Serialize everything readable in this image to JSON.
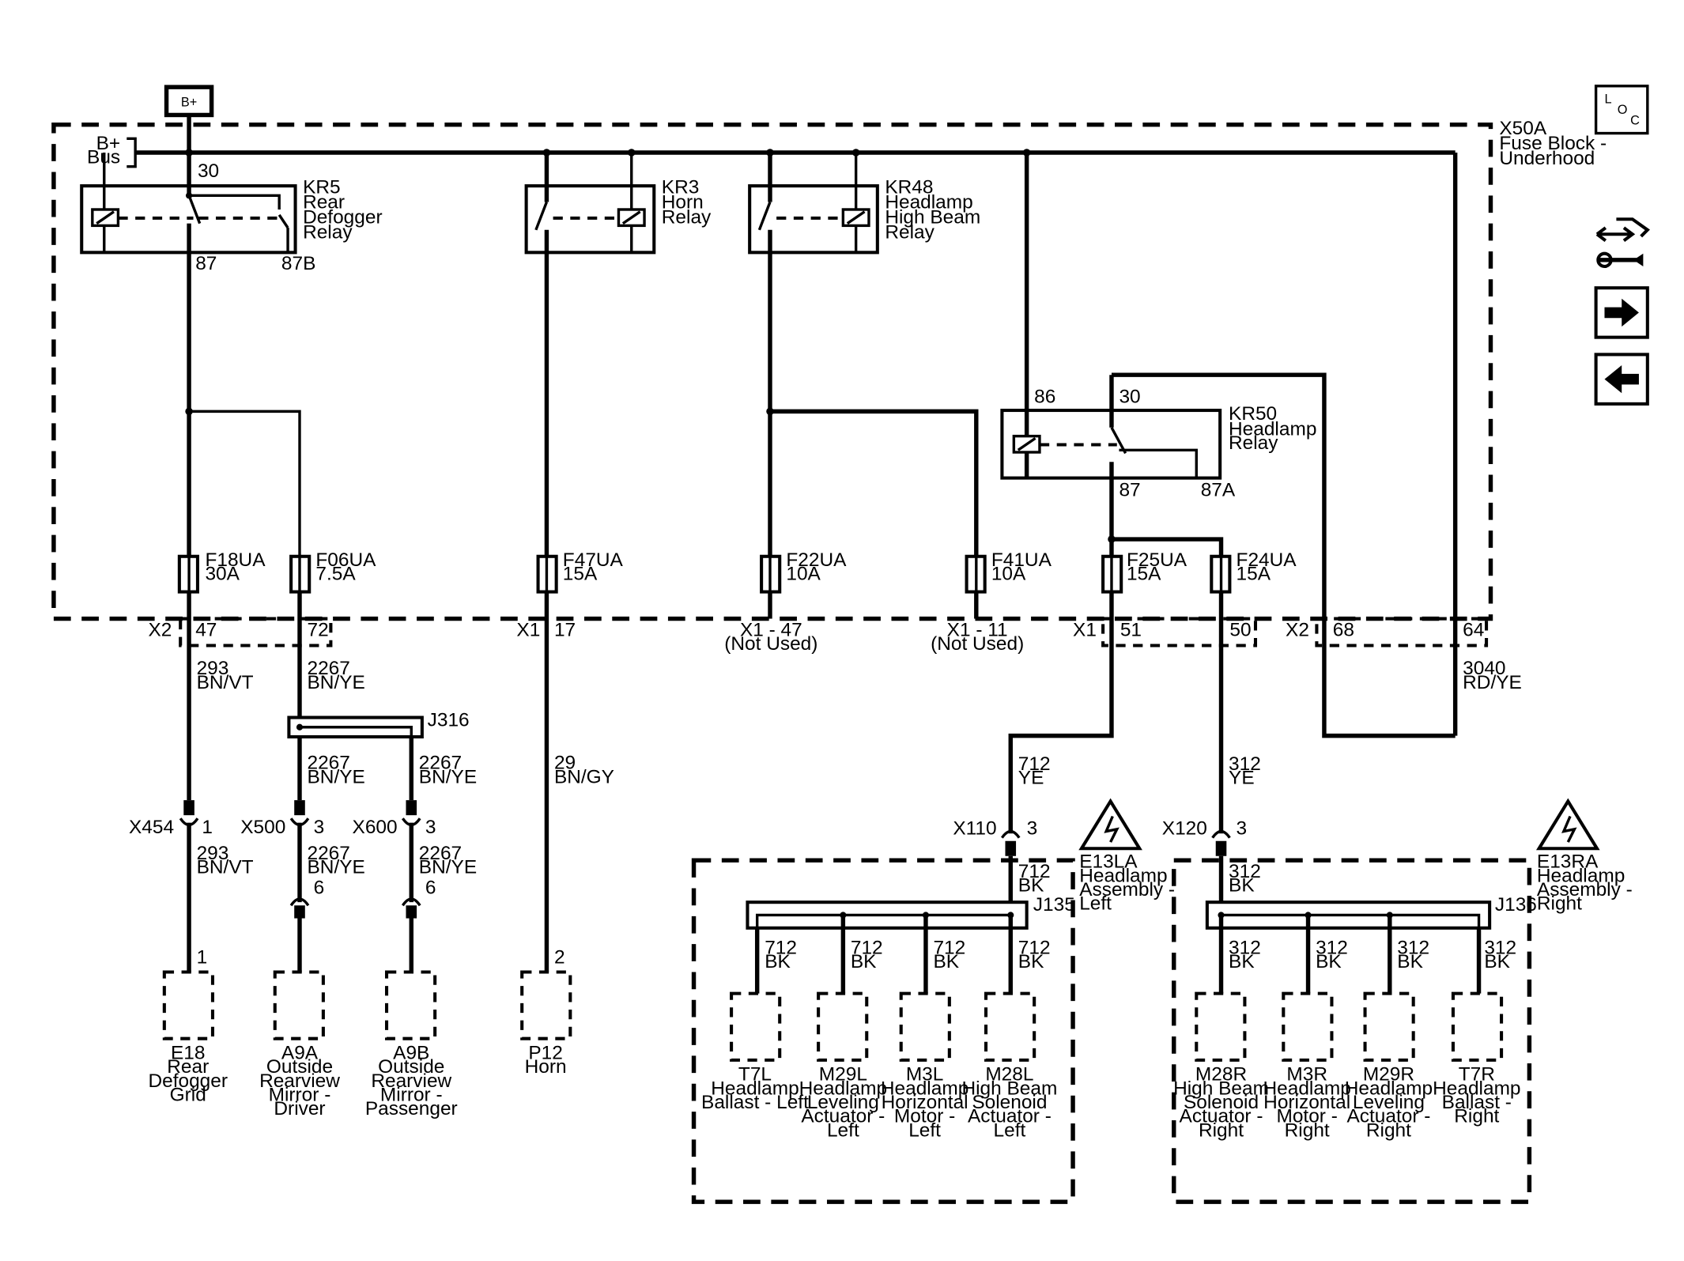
{
  "power": {
    "label": "B+"
  },
  "fuse_block": {
    "name": "X50A",
    "desc": [
      "Fuse Block -",
      "Underhood"
    ],
    "bus": [
      "B+",
      "Bus"
    ]
  },
  "relays": {
    "kr5": [
      "KR5",
      "Rear",
      "Defogger",
      "Relay"
    ],
    "kr3": [
      "KR3",
      "Horn",
      "Relay"
    ],
    "kr48": [
      "KR48",
      "Headlamp",
      "High Beam",
      "Relay"
    ],
    "kr50": [
      "KR50",
      "Headlamp",
      "Relay"
    ]
  },
  "pins": {
    "kr5_30": "30",
    "kr5_87": "87",
    "kr5_87b": "87B",
    "kr50_86": "86",
    "kr50_30": "30",
    "kr50_87": "87",
    "kr50_87a": "87A"
  },
  "fuses": {
    "f18": [
      "F18UA",
      "30A"
    ],
    "f06": [
      "F06UA",
      "7.5A"
    ],
    "f47": [
      "F47UA",
      "15A"
    ],
    "f22": [
      "F22UA",
      "10A"
    ],
    "f41": [
      "F41UA",
      "10A"
    ],
    "f25": [
      "F25UA",
      "15A"
    ],
    "f24": [
      "F24UA",
      "15A"
    ]
  },
  "connectors": {
    "x2a": "X2",
    "x2a_47": "47",
    "x2a_72": "72",
    "x1a": "X1",
    "x1a_17": "17",
    "x1_47": [
      "X1 - 47",
      "(Not Used)"
    ],
    "x1_11": [
      "X1 - 11",
      "(Not Used)"
    ],
    "x1b": "X1",
    "x1b_51": "51",
    "x1b_50": "50",
    "x2b": "X2",
    "x2b_68": "68",
    "x2b_64": "64",
    "x454": "X454",
    "x454_pin": "1",
    "x500": "X500",
    "x500_pin": "3",
    "x500_pin2": "6",
    "x600": "X600",
    "x600_pin": "3",
    "x600_pin2": "6",
    "x110": "X110",
    "x110_pin": "3",
    "x120": "X120",
    "x120_pin": "3",
    "e18_pin": "1",
    "p12_pin": "2"
  },
  "splices": {
    "j316": "J316",
    "j135": "J135",
    "j136": "J136"
  },
  "wires": {
    "w293a": [
      "293",
      "BN/VT"
    ],
    "w293b": [
      "293",
      "BN/VT"
    ],
    "w2267a": [
      "2267",
      "BN/YE"
    ],
    "w2267b": [
      "2267",
      "BN/YE"
    ],
    "w2267c": [
      "2267",
      "BN/YE"
    ],
    "w2267d": [
      "2267",
      "BN/YE"
    ],
    "w2267e": [
      "2267",
      "BN/YE"
    ],
    "w29": [
      "29",
      "BN/GY"
    ],
    "w3040": [
      "3040",
      "RD/YE"
    ],
    "w712": [
      "712",
      "YE"
    ],
    "w312": [
      "312",
      "YE"
    ],
    "w712bk0": [
      "712",
      "BK"
    ],
    "w712bk1": [
      "712",
      "BK"
    ],
    "w712bk2": [
      "712",
      "BK"
    ],
    "w712bk3": [
      "712",
      "BK"
    ],
    "w712bk4": [
      "712",
      "BK"
    ],
    "w312bk0": [
      "312",
      "BK"
    ],
    "w312bk1": [
      "312",
      "BK"
    ],
    "w312bk2": [
      "312",
      "BK"
    ],
    "w312bk3": [
      "312",
      "BK"
    ],
    "w312bk4": [
      "312",
      "BK"
    ]
  },
  "assemblies": {
    "e13la": [
      "E13LA",
      "Headlamp",
      "Assembly -",
      "Left"
    ],
    "e13ra": [
      "E13RA",
      "Headlamp",
      "Assembly -",
      "Right"
    ]
  },
  "components": {
    "e18": [
      "E18",
      "Rear",
      "Defogger",
      "Grid"
    ],
    "a9a": [
      "A9A",
      "Outside",
      "Rearview",
      "Mirror -",
      "Driver"
    ],
    "a9b": [
      "A9B",
      "Outside",
      "Rearview",
      "Mirror -",
      "Passenger"
    ],
    "p12": [
      "P12",
      "Horn"
    ],
    "t7l": [
      "T7L",
      "Headlamp",
      "Ballast - Left"
    ],
    "m29l": [
      "M29L",
      "Headlamp",
      "Leveling",
      "Actuator -",
      "Left"
    ],
    "m3l": [
      "M3L",
      "Headlamp",
      "Horizontal",
      "Motor -",
      "Left"
    ],
    "m28l": [
      "M28L",
      "High Beam",
      "Solenoid",
      "Actuator -",
      "Left"
    ],
    "m28r": [
      "M28R",
      "High Beam",
      "Solenoid",
      "Actuator -",
      "Right"
    ],
    "m3r": [
      "M3R",
      "Headlamp",
      "Horizontal",
      "Motor -",
      "Right"
    ],
    "m29r": [
      "M29R",
      "Headlamp",
      "Leveling",
      "Actuator -",
      "Right"
    ],
    "t7r": [
      "T7R",
      "Headlamp",
      "Ballast -",
      "Right"
    ]
  },
  "nav": {
    "loc": [
      "L",
      "O",
      "C"
    ]
  },
  "icons": [
    "loc-icon",
    "tools-icon",
    "arrow-right-icon",
    "arrow-left-icon",
    "esd-warning-icon"
  ]
}
